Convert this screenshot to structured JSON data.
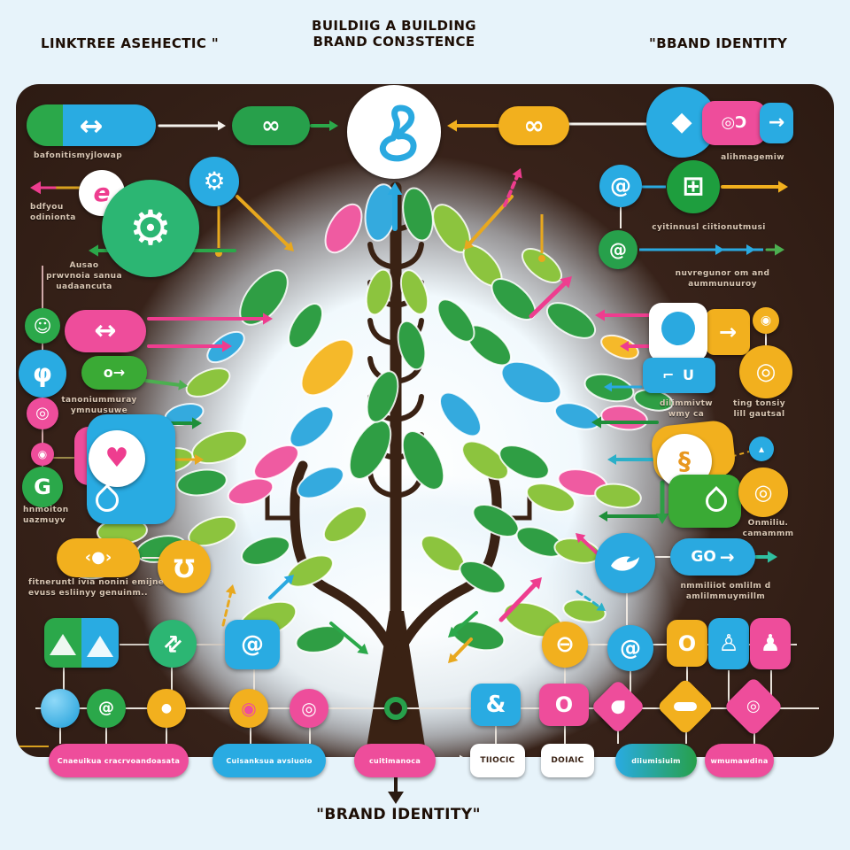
{
  "titles": {
    "left": "LINKTREE ASEHECTIC \"",
    "center1": "BUILDIIG A BUILDING",
    "center2": "BRAND CON3STENCE",
    "right": "\"BBAND IDENTITY",
    "bottom": "\"BRAND IDENTITY\""
  },
  "labels": {
    "tl1": "bafonitismyjlowap",
    "tl2a": "bdfyou",
    "tl2b": "odinionta",
    "tl3a": "Ausao",
    "tl3b": "prwvnoia sanua",
    "tl3c": "uadaancuta",
    "ml1a": "tanoniummuray",
    "ml1b": "ymnuusuwe",
    "ml2a": "hnmoiton",
    "ml2b": "uazmuyv",
    "bl1a": "fitneruntl ivia nonini emijne",
    "bl1b": "evuss esliinyy genuinm..",
    "tr1": "alihmagemiw",
    "tr2": "cyitinnusl ciitionutmusi",
    "tr3a": "nuvregunor om and",
    "tr3b": "aummunuuroy",
    "mr1a": "dilimmivtw",
    "mr1b": "wmy ca",
    "mr2a": "ting tonsiy",
    "mr2b": "lill gautsal",
    "mr3a": "Onmiliu.",
    "mr3b": "camammm",
    "br1a": "nmmiliiot omlilm d",
    "br1b": "amlilmmuymillm",
    "go": "GO"
  },
  "bottom_row": {
    "pills": [
      {
        "label": "Cnaeuikua cracrvoandoasata",
        "color": "pink"
      },
      {
        "label": "Cuisanksua avsiuoio",
        "color": "blue"
      },
      {
        "label": "cuitimanoca",
        "color": "pink"
      },
      {
        "label": "TIIOCIC",
        "color": "white"
      },
      {
        "label": "DOIAIC",
        "color": "white"
      },
      {
        "label": "diiumisiuim",
        "color": "teal-gradient"
      },
      {
        "label": "wmumawdina",
        "color": "pink"
      }
    ]
  },
  "icons": {
    "double_arrow": "↔",
    "link_loop": "∞",
    "infinity": "∞",
    "diamond": "◆",
    "target_c": "◎Ɔ",
    "arrow_right": "→",
    "at_swirl": "@",
    "grid_dots": "⊞",
    "gear": "⚙",
    "e_badge": "e",
    "smile": "☺",
    "phi": "φ",
    "ring": "◎",
    "dot_ring": "◉",
    "g_mark": "G",
    "heart": "♥",
    "circle_arrow": "o→",
    "ribbon": "Ω",
    "diag_arrows": "⇄",
    "minus_circle": "⊖",
    "person_a": "♙",
    "person_b": "♟",
    "amp": "&",
    "letter_o": "O",
    "corner_u": "⌐ U",
    "dot": "●",
    "share": "§",
    "tri": "▴",
    "chev": "‹●›"
  },
  "colors": {
    "background": "#e7f3fa",
    "panel": "#301c15",
    "green": "#2ba84a",
    "lime": "#8cc43e",
    "blue": "#29abe2",
    "pink": "#ee4d9b",
    "yellow": "#f2b01e",
    "teal": "#2cb673",
    "trunk": "#3a2214"
  }
}
